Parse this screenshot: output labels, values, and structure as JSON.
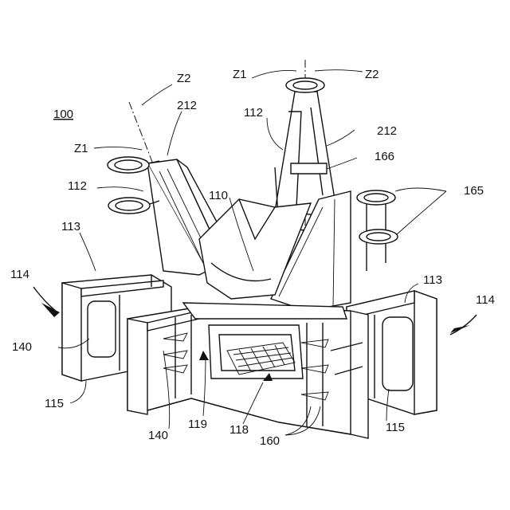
{
  "figure": {
    "ref_main": "100",
    "labels": {
      "z1_left": "Z1",
      "z2_left": "Z2",
      "z1_top": "Z1",
      "z2_top": "Z2",
      "n212_left": "212",
      "n212_right": "212",
      "n112_left": "112",
      "n112_top": "112",
      "n110": "110",
      "n166": "166",
      "n165": "165",
      "n113_left": "113",
      "n113_right": "113",
      "n114_left": "114",
      "n114_right": "114",
      "n140_left": "140",
      "n140_bottom": "140",
      "n115_left": "115",
      "n115_right": "115",
      "n119": "119",
      "n118": "118",
      "n160": "160"
    }
  }
}
